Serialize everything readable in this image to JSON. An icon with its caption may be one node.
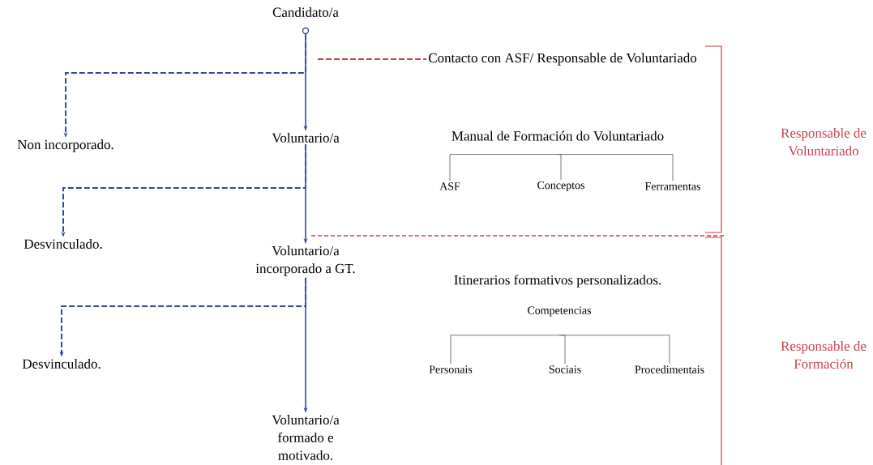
{
  "diagram": {
    "nodes": [
      {
        "text": [
          "Candidato/a"
        ]
      },
      {
        "text": [],
        "shape": "circle"
      },
      {
        "text": [
          "Voluntario/a"
        ]
      },
      {
        "text": [
          "Voluntario/a incorporado a GT."
        ]
      },
      {
        "text": [
          "Voluntario/a formado e motivado."
        ]
      },
      {
        "text": [
          "Non incorporado."
        ]
      },
      {
        "text": [
          "Desvinculado."
        ]
      },
      {
        "text": [
          "Desvinculado."
        ]
      },
      {
        "text": [
          "Contacto con ASF/ Responsable de Voluntariado"
        ]
      },
      {
        "text": [
          "Manual de Formación do Voluntariado"
        ]
      },
      {
        "text": [
          "ASF"
        ]
      },
      {
        "text": [
          "Conceptos"
        ]
      },
      {
        "text": [
          "Ferramentas"
        ]
      },
      {
        "text": [
          "Itinerarios formativos personalizados."
        ]
      },
      {
        "text": [
          "Competencias"
        ]
      },
      {
        "text": [
          "Personais"
        ]
      },
      {
        "text": [
          "Sociais"
        ]
      },
      {
        "text": [
          "Procedimentais"
        ]
      },
      {
        "text": [
          "Responsable de Voluntariado"
        ]
      },
      {
        "text": [
          "Responsable de Formación"
        ]
      }
    ],
    "edges": [
      {
        "from": 1,
        "to": 2,
        "arrow": "to",
        "color": "#2e4a9a"
      },
      {
        "from": 2,
        "to": 3,
        "arrow": "to",
        "color": "#2e4a9a"
      },
      {
        "from": 3,
        "to": 4,
        "arrow": "to",
        "color": "#2e4a9a"
      },
      {
        "from": 1,
        "to": 5,
        "arrow": "to",
        "style": "dashed",
        "color": "#2e4a9a"
      },
      {
        "from": 2,
        "to": 6,
        "arrow": "to",
        "style": "dashed",
        "color": "#2e4a9a"
      },
      {
        "from": 3,
        "to": 7,
        "arrow": "to",
        "style": "dashed",
        "color": "#2e4a9a"
      },
      {
        "from": null,
        "to": 8,
        "arrow": "none",
        "style": "dashed",
        "color": "#c8414b"
      },
      {
        "from": 9,
        "to": 10,
        "arrow": "none"
      },
      {
        "from": 9,
        "to": 11,
        "arrow": "none"
      },
      {
        "from": 9,
        "to": 12,
        "arrow": "none"
      },
      {
        "from": 14,
        "to": 15,
        "arrow": "none"
      },
      {
        "from": 14,
        "to": 16,
        "arrow": "none"
      },
      {
        "from": 14,
        "to": 17,
        "arrow": "none"
      }
    ]
  }
}
